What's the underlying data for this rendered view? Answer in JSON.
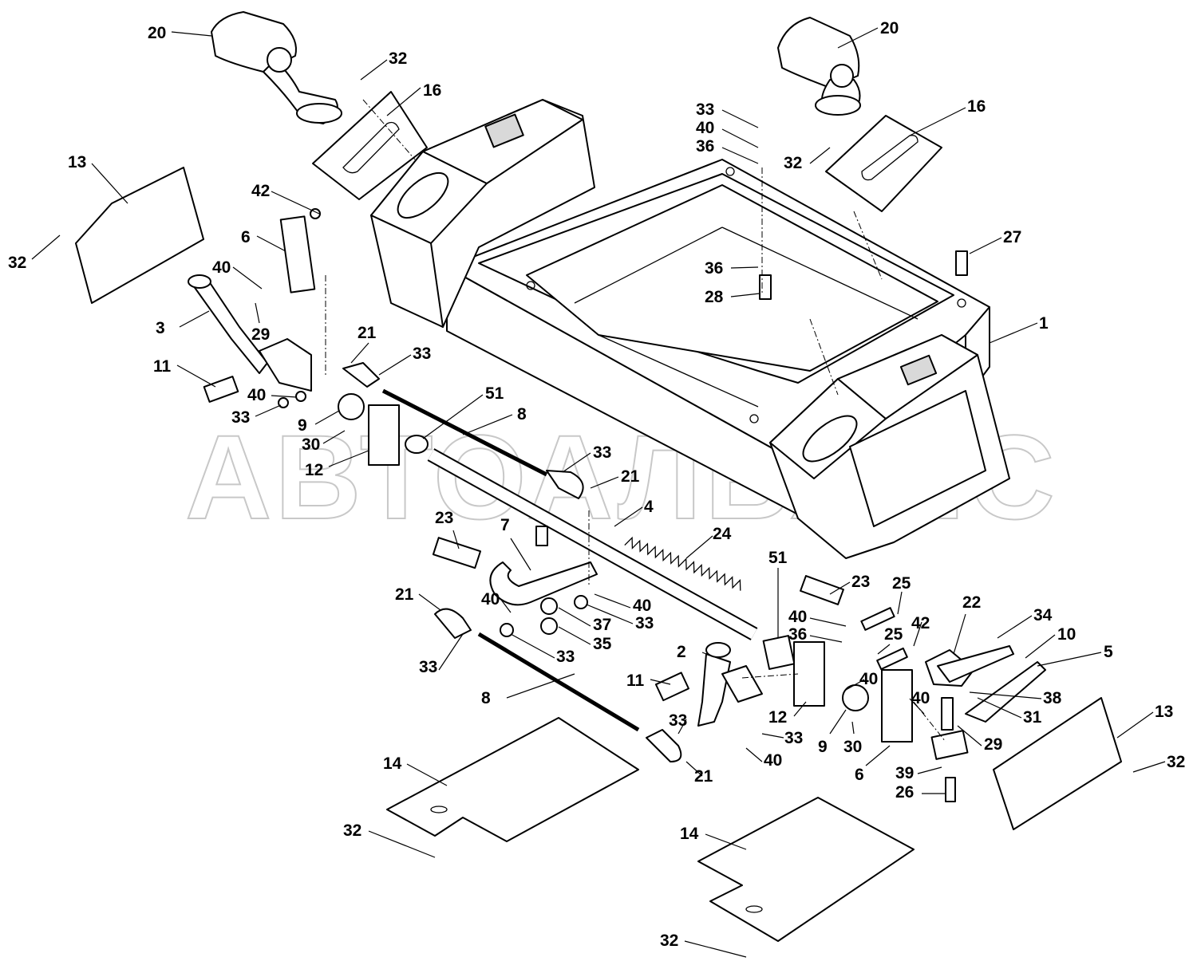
{
  "watermark": "АВТОАЛЬЯНС",
  "colors": {
    "line": "#000000",
    "paper": "#ffffff",
    "watermark": "#c8c8c8"
  },
  "callouts": [
    {
      "id": "c20a",
      "label": "20"
    },
    {
      "id": "c32a",
      "label": "32"
    },
    {
      "id": "c16a",
      "label": "16"
    },
    {
      "id": "c13a",
      "label": "13"
    },
    {
      "id": "c32b",
      "label": "32"
    },
    {
      "id": "c42a",
      "label": "42"
    },
    {
      "id": "c6a",
      "label": "6"
    },
    {
      "id": "c40a",
      "label": "40"
    },
    {
      "id": "c3",
      "label": "3"
    },
    {
      "id": "c29a",
      "label": "29"
    },
    {
      "id": "c21a",
      "label": "21"
    },
    {
      "id": "c33a",
      "label": "33"
    },
    {
      "id": "c11a",
      "label": "11"
    },
    {
      "id": "c40b",
      "label": "40"
    },
    {
      "id": "c33b",
      "label": "33"
    },
    {
      "id": "c9a",
      "label": "9"
    },
    {
      "id": "c30a",
      "label": "30"
    },
    {
      "id": "c12a",
      "label": "12"
    },
    {
      "id": "c51a",
      "label": "51"
    },
    {
      "id": "c8a",
      "label": "8"
    },
    {
      "id": "c33c",
      "label": "33"
    },
    {
      "id": "c21b",
      "label": "21"
    },
    {
      "id": "c4",
      "label": "4"
    },
    {
      "id": "c23a",
      "label": "23"
    },
    {
      "id": "c7",
      "label": "7"
    },
    {
      "id": "c24",
      "label": "24"
    },
    {
      "id": "c20b",
      "label": "20"
    },
    {
      "id": "c33d",
      "label": "33"
    },
    {
      "id": "c40c",
      "label": "40"
    },
    {
      "id": "c36a",
      "label": "36"
    },
    {
      "id": "c32c",
      "label": "32"
    },
    {
      "id": "c16b",
      "label": "16"
    },
    {
      "id": "c27",
      "label": "27"
    },
    {
      "id": "c36b",
      "label": "36"
    },
    {
      "id": "c28",
      "label": "28"
    },
    {
      "id": "c1",
      "label": "1"
    },
    {
      "id": "c21c",
      "label": "21"
    },
    {
      "id": "c40d",
      "label": "40"
    },
    {
      "id": "c40e",
      "label": "40"
    },
    {
      "id": "c37",
      "label": "37"
    },
    {
      "id": "c33e",
      "label": "33"
    },
    {
      "id": "c35",
      "label": "35"
    },
    {
      "id": "c33f",
      "label": "33"
    },
    {
      "id": "c33g",
      "label": "33"
    },
    {
      "id": "c8b",
      "label": "8"
    },
    {
      "id": "c51b",
      "label": "51"
    },
    {
      "id": "c23b",
      "label": "23"
    },
    {
      "id": "c25a",
      "label": "25"
    },
    {
      "id": "c40f",
      "label": "40"
    },
    {
      "id": "c36c",
      "label": "36"
    },
    {
      "id": "c25b",
      "label": "25"
    },
    {
      "id": "c42b",
      "label": "42"
    },
    {
      "id": "c22",
      "label": "22"
    },
    {
      "id": "c34",
      "label": "34"
    },
    {
      "id": "c10",
      "label": "10"
    },
    {
      "id": "c5",
      "label": "5"
    },
    {
      "id": "c2",
      "label": "2"
    },
    {
      "id": "c11b",
      "label": "11"
    },
    {
      "id": "c12b",
      "label": "12"
    },
    {
      "id": "c40g",
      "label": "40"
    },
    {
      "id": "c40h",
      "label": "40"
    },
    {
      "id": "c38",
      "label": "38"
    },
    {
      "id": "c31",
      "label": "31"
    },
    {
      "id": "c33h",
      "label": "33"
    },
    {
      "id": "c33i",
      "label": "33"
    },
    {
      "id": "c9b",
      "label": "9"
    },
    {
      "id": "c30b",
      "label": "30"
    },
    {
      "id": "c29b",
      "label": "29"
    },
    {
      "id": "c13b",
      "label": "13"
    },
    {
      "id": "c21d",
      "label": "21"
    },
    {
      "id": "c40i",
      "label": "40"
    },
    {
      "id": "c6b",
      "label": "6"
    },
    {
      "id": "c39",
      "label": "39"
    },
    {
      "id": "c32d",
      "label": "32"
    },
    {
      "id": "c26",
      "label": "26"
    },
    {
      "id": "c14a",
      "label": "14"
    },
    {
      "id": "c32e",
      "label": "32"
    },
    {
      "id": "c14b",
      "label": "14"
    },
    {
      "id": "c32f",
      "label": "32"
    }
  ]
}
